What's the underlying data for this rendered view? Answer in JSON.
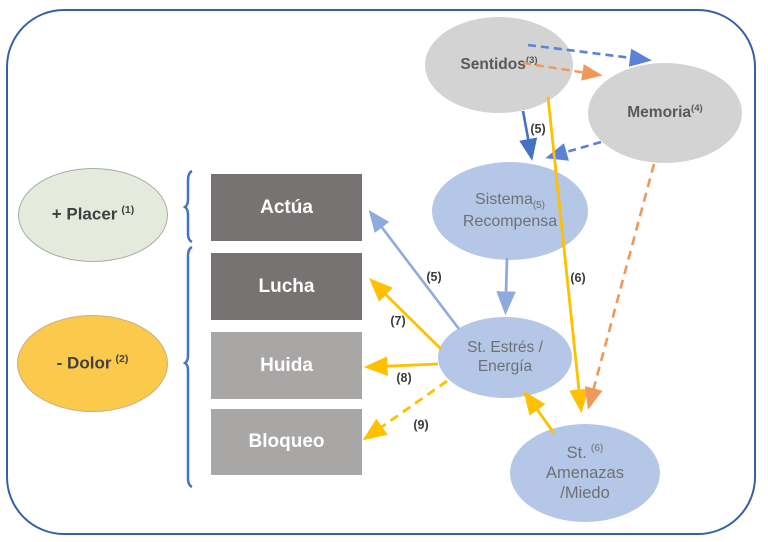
{
  "nodes": {
    "sentidos": {
      "label": "Sentidos",
      "sup": "(3)"
    },
    "memoria": {
      "label": "Memoria",
      "sup": "(4)"
    },
    "sistema_recompensa": {
      "line1": "Sistema",
      "sub": "(5)",
      "line2": "Recompensa"
    },
    "estres_energia": {
      "line1": "St. Estrés /",
      "line2": "Energía"
    },
    "amenazas_miedo": {
      "line1": "St.",
      "sup": "(6)",
      "line2": "Amenazas",
      "line3": "/Miedo"
    },
    "placer": {
      "label": "+ Placer",
      "sup": "(1)"
    },
    "dolor": {
      "label": "- Dolor",
      "sup": "(2)"
    }
  },
  "boxes": {
    "actua": "Actúa",
    "lucha": "Lucha",
    "huida": "Huida",
    "bloqueo": "Bloqueo"
  },
  "edge_labels": {
    "sentidos_to_sistema": "(5)",
    "estres_to_actua": "(5)",
    "sentidos_to_amenazas": "(6)",
    "estres_to_lucha": "(7)",
    "estres_to_huida": "(8)",
    "estres_to_bloqueo": "(9)"
  },
  "colors": {
    "frame": "#3560A8",
    "gray_node": "#D3D3D3",
    "blue_node": "#B4C7E7",
    "green_node": "#E4EBDC",
    "yellow_node": "#FBC94B",
    "dark_box": "#787373",
    "light_box": "#A9A6A6",
    "dark_blue_arrow": "#4472C4",
    "light_blue_arrow": "#8FAADC",
    "dashed_blue_arrow": "#5B82D9",
    "orange_arrow": "#FFC000",
    "salmon_arrow": "#F0975A",
    "brace": "#4472C4"
  }
}
